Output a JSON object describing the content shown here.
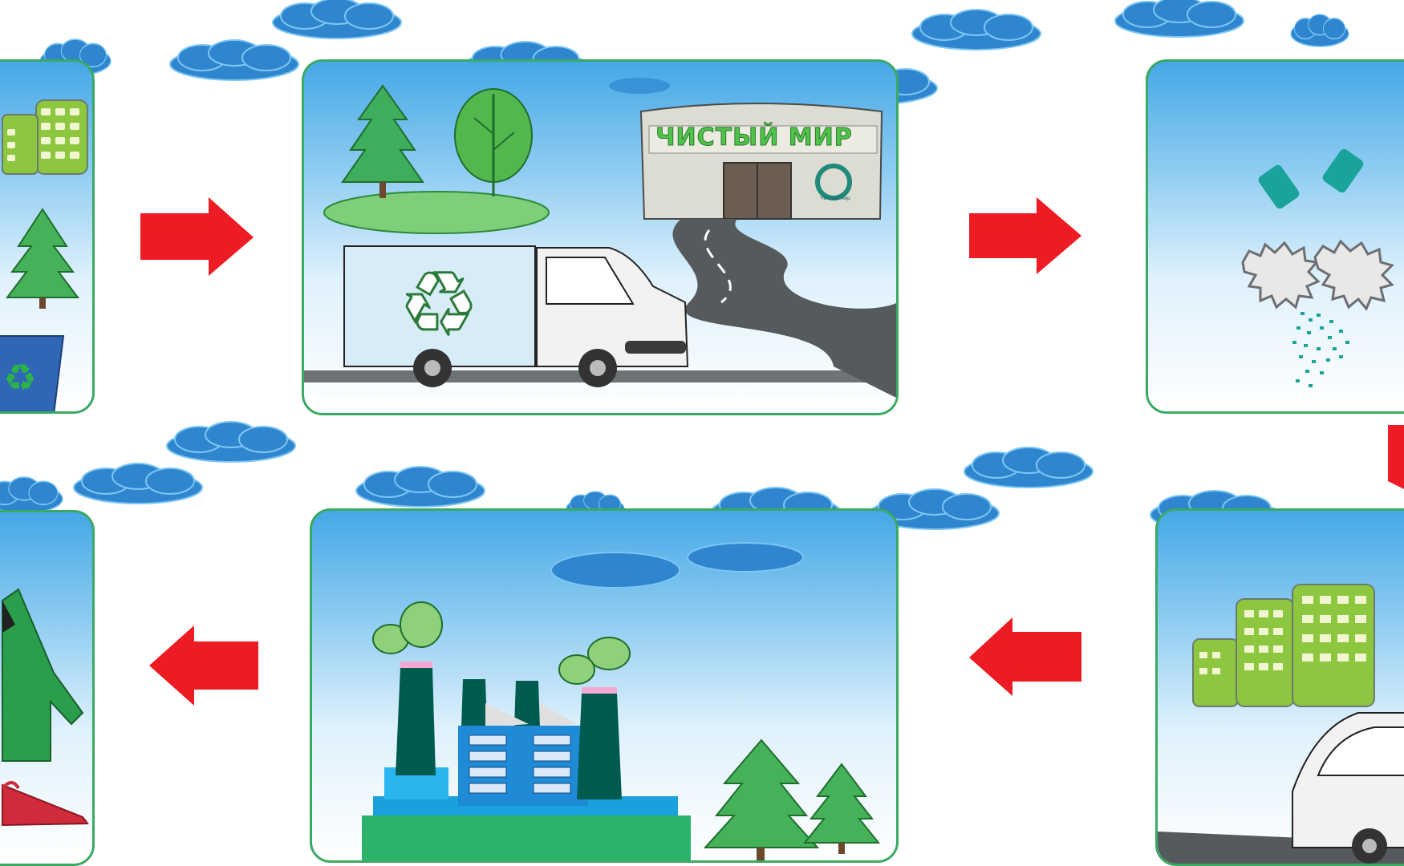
{
  "diagram": {
    "shop_sign": "ЧИСТЫЙ МИР",
    "shop_logo_text": "Чистый мир",
    "colors": {
      "arrow": "#ed1c24",
      "panel_border": "#3aa962",
      "sky_top": "#45a8e6",
      "cloud": "#2f86cf",
      "tree": "#2e9e3c",
      "building": "#8dc63f",
      "road": "#555a5c"
    },
    "steps": [
      {
        "id": "sorting-at-home",
        "icons": [
          "building-icon",
          "fir-tree-icon",
          "recycle-bin-icon"
        ]
      },
      {
        "id": "collection-truck",
        "icons": [
          "truck-icon",
          "recycle-icon",
          "shop-icon",
          "road-icon"
        ]
      },
      {
        "id": "shredding",
        "icons": [
          "bottle-icon",
          "shredder-icon",
          "granules-icon"
        ]
      },
      {
        "id": "transport-to-city",
        "icons": [
          "building-icon",
          "car-icon"
        ]
      },
      {
        "id": "green-factory",
        "icons": [
          "factory-icon",
          "leaf-icon",
          "fir-tree-icon"
        ]
      },
      {
        "id": "new-clothing",
        "icons": [
          "jacket-icon",
          "hanger-icon"
        ]
      }
    ],
    "flow_arrows": [
      "right",
      "right",
      "down",
      "left",
      "left"
    ]
  }
}
